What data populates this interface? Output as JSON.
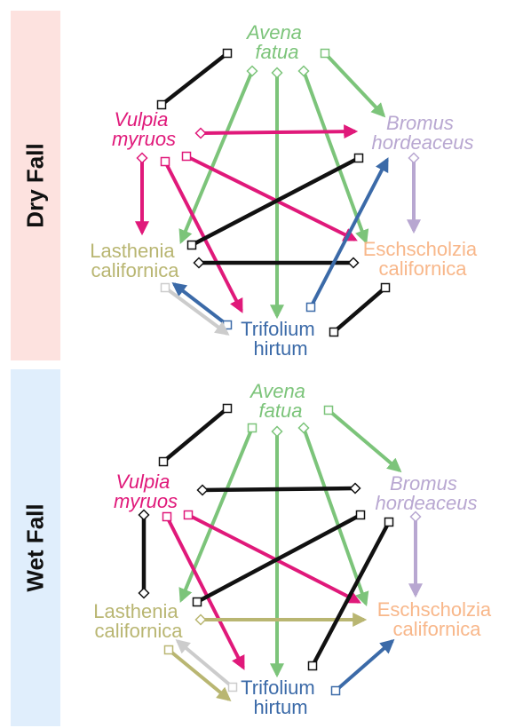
{
  "colors": {
    "avena": "#7cc47a",
    "vulpia": "#e0197a",
    "bromus": "#b8a7d1",
    "lasthenia": "#b9b672",
    "eschscholzia": "#f8b78a",
    "trifolium": "#3b6aa8",
    "black": "#111111",
    "grey": "#cccccc"
  },
  "panels": [
    {
      "label": "Dry Fall",
      "species": {
        "avena": [
          "Avena",
          "fatua"
        ],
        "vulpia": [
          "Vulpia",
          "myruos"
        ],
        "bromus": [
          "Bromus",
          "hordeaceus"
        ],
        "lasthenia": [
          "Lasthenia",
          "californica"
        ],
        "eschscholzia": [
          "Eschscholzia",
          "californica"
        ],
        "trifolium": [
          "Trifolium",
          "hirtum"
        ]
      }
    },
    {
      "label": "Wet Fall",
      "species": {
        "avena": [
          "Avena",
          "fatua"
        ],
        "vulpia": [
          "Vulpia",
          "myruos"
        ],
        "bromus": [
          "Bromus",
          "hordeaceus"
        ],
        "lasthenia": [
          "Lasthenia",
          "californica"
        ],
        "eschscholzia": [
          "Eschscholzia",
          "californica"
        ],
        "trifolium": [
          "Trifolium",
          "hirtum"
        ]
      }
    }
  ]
}
